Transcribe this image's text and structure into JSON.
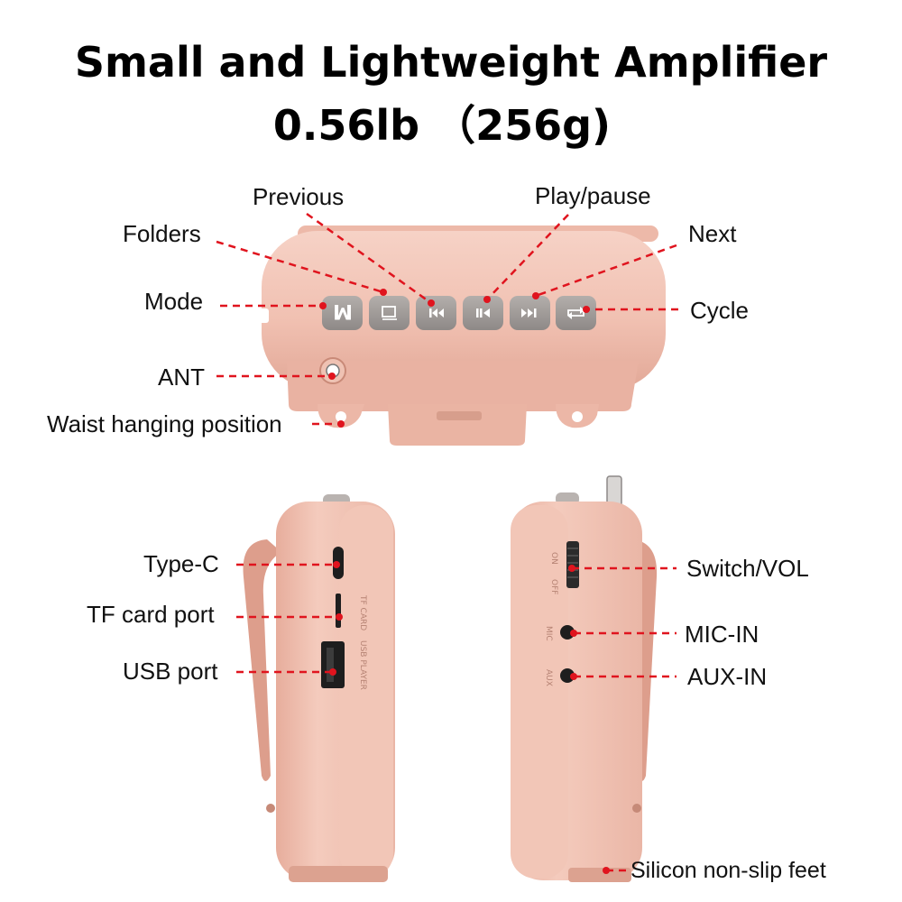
{
  "title": {
    "line1": "Small and Lightweight Amplifier",
    "line2": "0.56lb （256g)"
  },
  "labels": {
    "previous": "Previous",
    "play_pause": "Play/pause",
    "folders": "Folders",
    "next": "Next",
    "mode": "Mode",
    "cycle": "Cycle",
    "ant": "ANT",
    "waist": "Waist hanging position",
    "type_c": "Type-C",
    "tf_card": "TF card port",
    "usb_port": "USB port",
    "switch_vol": "Switch/VOL",
    "mic_in": "MIC-IN",
    "aux_in": "AUX-IN",
    "silicon_feet": "Silicon non-slip feet"
  },
  "device_text": {
    "mode_key": "M",
    "on": "ON",
    "off": "OFF",
    "mic": "MIC",
    "aux": "AUX",
    "tf_mark": "TF CARD",
    "usb_mark": "USB PLAYER"
  },
  "colors": {
    "body": "#f1c1b2",
    "body_dark": "#d99d8b",
    "button": "#9a9593",
    "leader": "#e0141e"
  },
  "icons": [
    "folder-icon",
    "previous-icon",
    "play-pause-icon",
    "next-icon",
    "cycle-icon",
    "antenna-icon"
  ]
}
